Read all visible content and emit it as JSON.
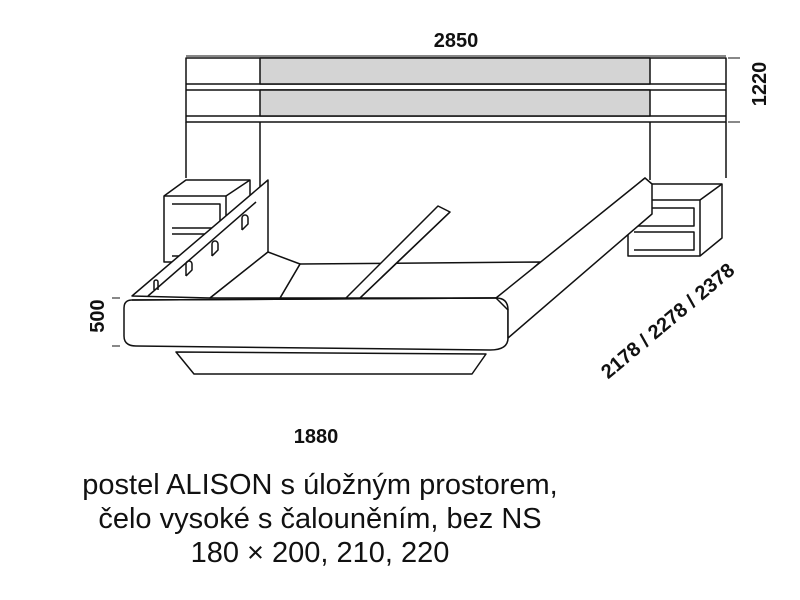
{
  "dimensions": {
    "total_width": "2850",
    "headboard_height": "1220",
    "bed_height": "500",
    "bed_width": "1880",
    "bed_length": "2178 / 2278 / 2378"
  },
  "caption": {
    "line1": "postel ALISON s úložným prostorem,",
    "line2": "čelo vysoké s čalouněním, bez NS",
    "line3": "180 × 200, 210, 220"
  }
}
